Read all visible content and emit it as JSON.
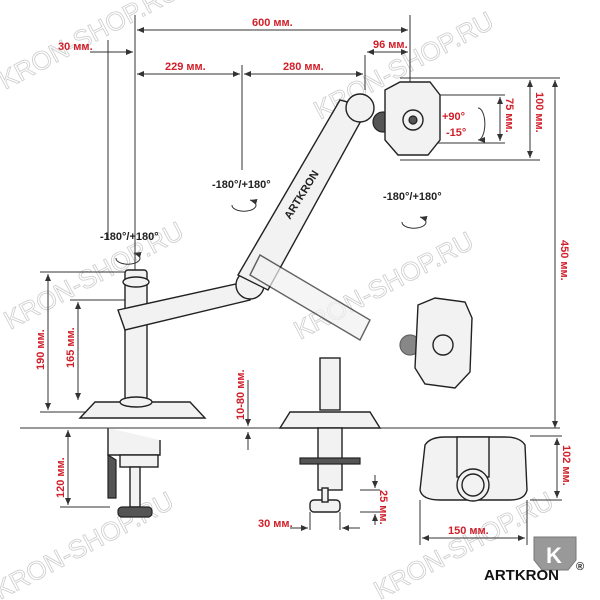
{
  "dimensions": {
    "total_reach": "600 мм.",
    "pole_offset": "30 мм.",
    "head_offset": "96 мм.",
    "lower_arm": "229 мм.",
    "upper_arm": "280 мм.",
    "vesa_small": "75 мм.",
    "vesa_large": "100 мм.",
    "height_range": "450 мм.",
    "pole_height": "190 мм.",
    "arm_height": "165 мм.",
    "desk_thickness": "10-80 мм.",
    "clamp_height": "120 мм.",
    "clamp_foot": "25 мм.",
    "clamp_pad": "30 мм.",
    "base_width": "150 мм.",
    "base_depth": "102 мм."
  },
  "rotations": {
    "tilt_up": "+90°",
    "tilt_down": "-15°",
    "swivel_arm": "-180°/+180°",
    "swivel_pole": "-180°/+180°",
    "swivel_head": "-180°/+180°"
  },
  "arm_label": "ARTKRON",
  "brand": {
    "name": "ARTKRON",
    "logo_letter": "K",
    "registered": "®"
  },
  "watermark": "KRON-SHOP.RU",
  "colors": {
    "dimension_text": "#d0202a",
    "lines": "#333333"
  }
}
